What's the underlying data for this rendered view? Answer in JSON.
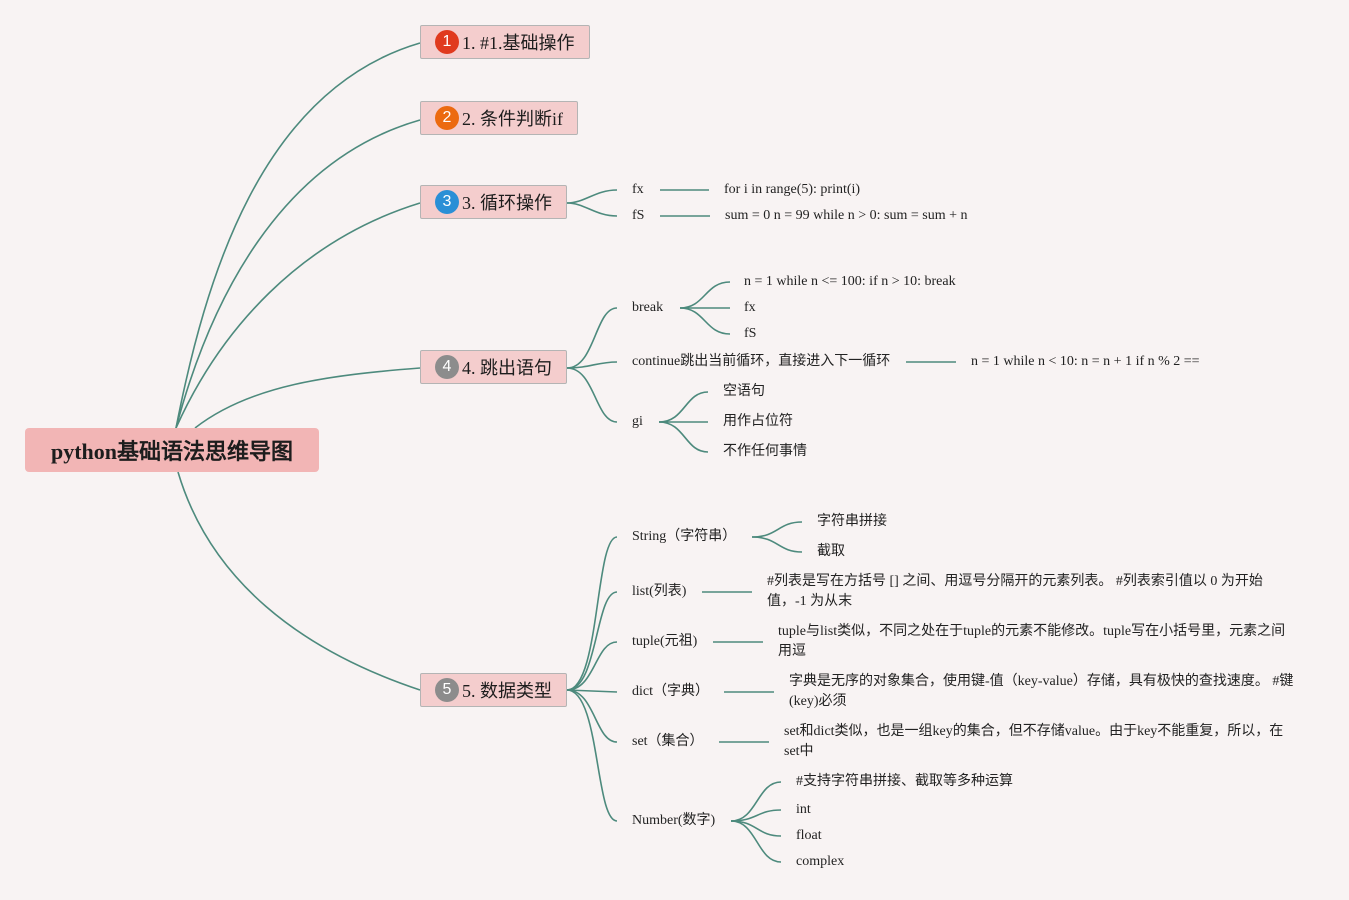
{
  "root": "python基础语法思维导图",
  "colors": {
    "line": "#4d8a7d",
    "root_bg": "#f2b5b5",
    "branch_bg": "#f4cdcd",
    "badge1": "#e03a1e",
    "badge2": "#ec6a10",
    "badge3": "#2a8fd6",
    "badge4": "#8c8c8c",
    "badge5": "#8c8c8c"
  },
  "branches": [
    {
      "badge": "1",
      "label": "1. #1.基础操作"
    },
    {
      "badge": "2",
      "label": "2. 条件判断if"
    },
    {
      "badge": "3",
      "label": "3. 循环操作"
    },
    {
      "badge": "4",
      "label": "4. 跳出语句"
    },
    {
      "badge": "5",
      "label": "5. 数据类型"
    }
  ],
  "loop": {
    "fx": "fx",
    "fx_code": "for i in range(5): print(i)",
    "fs": "fS",
    "fs_code": "sum = 0 n = 99 while n > 0: sum = sum + n"
  },
  "jump": {
    "break": "break",
    "break_children": [
      "n = 1 while n <= 100: if n > 10: break",
      "fx",
      "fS"
    ],
    "continue": "continue跳出当前循环，直接进入下一循环",
    "continue_code": "n = 1 while n < 10: n = n + 1 if n % 2 ==",
    "pass": "gi",
    "pass_children": [
      "空语句",
      "用作占位符",
      "不作任何事情"
    ]
  },
  "types": {
    "string": "String（字符串）",
    "string_children": [
      "字符串拼接",
      "截取"
    ],
    "list": "list(列表)",
    "list_desc": "#列表是写在方括号 [] 之间、用逗号分隔开的元素列表。 #列表索引值以 0 为开始值，-1 为从末",
    "tuple": "tuple(元祖)",
    "tuple_desc": "tuple与list类似，不同之处在于tuple的元素不能修改。tuple写在小括号里，元素之间用逗",
    "dict": "dict（字典）",
    "dict_desc": "字典是无序的对象集合，使用键-值（key-value）存储，具有极快的查找速度。 #键(key)必须",
    "set": "set（集合）",
    "set_desc": "set和dict类似，也是一组key的集合，但不存储value。由于key不能重复，所以，在set中",
    "number": "Number(数字)",
    "number_children": [
      "#支持字符串拼接、截取等多种运算",
      "int",
      "float",
      "complex"
    ]
  }
}
